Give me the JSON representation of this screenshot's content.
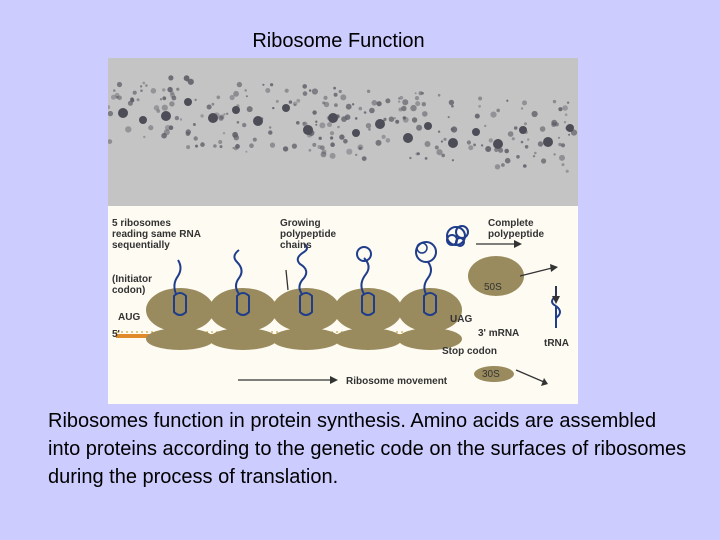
{
  "slide": {
    "title": "Ribosome Function",
    "caption": "Ribosomes function in protein synthesis. Amino acids are assembled into proteins according to the genetic code on the surfaces of ribosomes during the process of translation."
  },
  "figure": {
    "micrograph_alt": "Electron micrograph of polyribosomes",
    "labels": {
      "ribosomes": "5 ribosomes\nreading same RNA\nsequentially",
      "growing": "Growing\npolypeptide\nchains",
      "complete": "Complete\npolypeptide",
      "initiator": "(Initiator\ncodon)",
      "aug": "AUG",
      "five_prime": "5'",
      "uag": "UAG",
      "three_prime_mrna": "3' mRNA",
      "stop_codon": "Stop codon",
      "trna": "tRNA",
      "large_subunit": "50S",
      "small_subunit": "30S",
      "movement": "Ribosome movement"
    }
  },
  "colors": {
    "background": "#ccccff",
    "ribosome": "#9a8b5e",
    "mrna": "#e08a2c",
    "chain": "#1f3d8a"
  }
}
